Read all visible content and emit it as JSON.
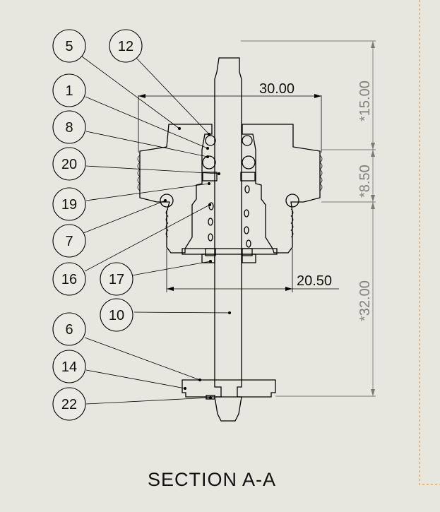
{
  "title": "SECTION A-A",
  "balloons": [
    {
      "key": "b5",
      "label": "5"
    },
    {
      "key": "b12",
      "label": "12"
    },
    {
      "key": "b1",
      "label": "1"
    },
    {
      "key": "b8",
      "label": "8"
    },
    {
      "key": "b20",
      "label": "20"
    },
    {
      "key": "b19",
      "label": "19"
    },
    {
      "key": "b7",
      "label": "7"
    },
    {
      "key": "b16",
      "label": "16"
    },
    {
      "key": "b17",
      "label": "17"
    },
    {
      "key": "b10",
      "label": "10"
    },
    {
      "key": "b6",
      "label": "6"
    },
    {
      "key": "b14",
      "label": "14"
    },
    {
      "key": "b22",
      "label": "22"
    }
  ],
  "dimensions": {
    "width_top": "30.00",
    "width_bottom": "20.50",
    "ref_top": "*15.00",
    "ref_middle": "*8.50",
    "ref_bottom": "*32.00"
  },
  "colors": {
    "background": "#e8e7df",
    "line": "#000000",
    "reference_dim": "#808080",
    "sheet_frame": "#e08a2a"
  }
}
